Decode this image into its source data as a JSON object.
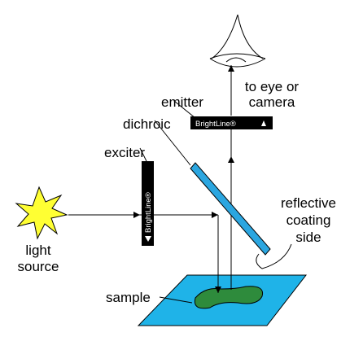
{
  "labels": {
    "emitter": "emitter",
    "dichroic": "dichroic",
    "exciter": "exciter",
    "to_eye_line1": "to eye or",
    "to_eye_line2": "camera",
    "reflective_line1": "reflective",
    "reflective_line2": "coating",
    "reflective_line3": "side",
    "light_line1": "light",
    "light_line2": "source",
    "sample": "sample"
  },
  "filters": {
    "emitter_brand": "BrightLine®",
    "exciter_brand": "BrightLine®"
  },
  "colors": {
    "light_source_fill": "#ffff33",
    "dichroic_fill": "#2ba6e0",
    "sample_slide_fill": "#1fb3e8",
    "sample_specimen_fill": "#2e8b3c",
    "filter_fill": "#000000",
    "line": "#000000"
  },
  "icons": {
    "eye": "eye-icon",
    "light_source": "starburst-icon"
  }
}
